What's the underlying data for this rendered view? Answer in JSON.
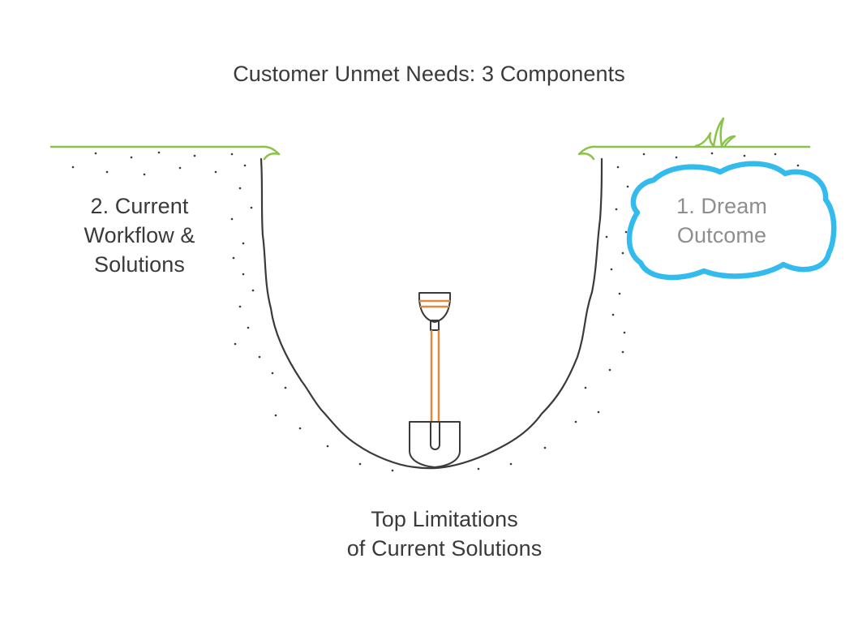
{
  "diagram": {
    "title": "Customer Unmet Needs: 3 Components",
    "components": {
      "dream_outcome": [
        "1. Dream",
        "Outcome"
      ],
      "current_workflow": [
        "2. Current",
        "Workflow &",
        "Solutions"
      ],
      "top_limitations": [
        "Top Limitations",
        "of Current Solutions"
      ]
    },
    "colors": {
      "text": "#3a3a3a",
      "dream_text": "#8e8e8e",
      "grass": "#8bc34a",
      "cloud": "#33bbee",
      "shovel": "#e08a3c",
      "outline": "#3a3a3a"
    },
    "icons": [
      "grass-line",
      "pit",
      "shovel-icon",
      "cloud-icon",
      "grass-tuft-icon"
    ]
  }
}
